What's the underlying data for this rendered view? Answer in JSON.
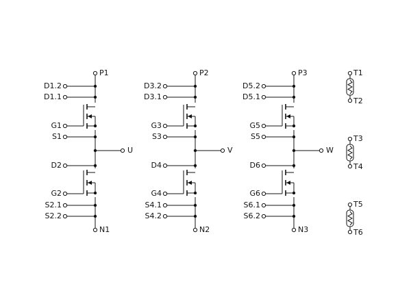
{
  "diagram": {
    "legs": [
      {
        "id": "u",
        "top": "P1",
        "d_top": [
          "D1.2",
          "D1.1"
        ],
        "gate_top": "G1",
        "source_top": "S1",
        "output": "U",
        "drain_bottom": "D2",
        "gate_bottom": "G2",
        "sources_bottom": [
          "S2.1",
          "S2.2"
        ],
        "bottom": "N1"
      },
      {
        "id": "v",
        "top": "P2",
        "d_top": [
          "D3.2",
          "D3.1"
        ],
        "gate_top": "G3",
        "source_top": "S3",
        "output": "V",
        "drain_bottom": "D4",
        "gate_bottom": "G4",
        "sources_bottom": [
          "S4.1",
          "S4.2"
        ],
        "bottom": "N2"
      },
      {
        "id": "w",
        "top": "P3",
        "d_top": [
          "D5.2",
          "D5.1"
        ],
        "gate_top": "G5",
        "source_top": "S5",
        "output": "W",
        "drain_bottom": "D6",
        "gate_bottom": "G6",
        "sources_bottom": [
          "S6.1",
          "S6.2"
        ],
        "bottom": "N3"
      }
    ],
    "thermistors": [
      {
        "top": "T1",
        "bottom": "T2"
      },
      {
        "top": "T3",
        "bottom": "T4"
      },
      {
        "top": "T5",
        "bottom": "T6"
      }
    ],
    "line_color": "#111111"
  }
}
